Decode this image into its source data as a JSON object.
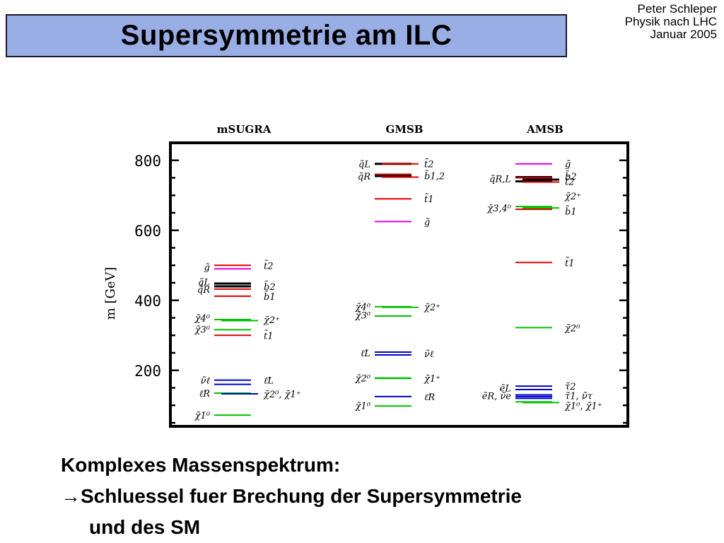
{
  "header": {
    "title": "Supersymmetrie am ILC",
    "author": [
      "Peter Schleper",
      "Physik nach LHC",
      "Januar 2005"
    ]
  },
  "bottom_text": {
    "line1": "Komplexes Massenspektrum:",
    "line2": "→Schluessel fuer Brechung der Supersymmetrie",
    "line3": "und des SM"
  },
  "colors": {
    "title_bg": "#9aaee6",
    "black": "#000000",
    "red": "#e00000",
    "green": "#00c000",
    "blue": "#0000cc",
    "magenta": "#e000e0"
  },
  "chart_data": {
    "type": "mass spectrum",
    "ylabel": "m [GeV]",
    "yticks": [
      200,
      400,
      600,
      800
    ],
    "ylim": [
      40,
      850
    ],
    "scenarios": [
      {
        "name": "mSUGRA",
        "levels": [
          {
            "mass": 500,
            "color": "red"
          },
          {
            "mass": 490,
            "color": "magenta"
          },
          {
            "mass": 448,
            "color": "black"
          },
          {
            "mass": 440,
            "color": "black"
          },
          {
            "mass": 432,
            "color": "red"
          },
          {
            "mass": 412,
            "color": "red"
          },
          {
            "mass": 345,
            "color": "green"
          },
          {
            "mass": 342,
            "color": "green"
          },
          {
            "mass": 316,
            "color": "green"
          },
          {
            "mass": 300,
            "color": "red"
          },
          {
            "mass": 172,
            "color": "blue"
          },
          {
            "mass": 160,
            "color": "blue"
          },
          {
            "mass": 135,
            "color": "green"
          },
          {
            "mass": 133,
            "color": "blue"
          },
          {
            "mass": 72,
            "color": "green"
          }
        ],
        "left_labels": [
          {
            "text": "g̃",
            "mass": 495
          },
          {
            "text": "q̃L",
            "mass": 453
          },
          {
            "text": "q̃R",
            "mass": 432
          },
          {
            "text": "χ̃4⁰",
            "mass": 350
          },
          {
            "text": "χ̃3⁰",
            "mass": 318
          },
          {
            "text": "ν̃ℓ",
            "mass": 172
          },
          {
            "text": "ℓ̃R",
            "mass": 135
          },
          {
            "text": "χ̃1⁰",
            "mass": 72
          }
        ],
        "right_labels": [
          {
            "text": "t̃2",
            "mass": 500
          },
          {
            "text": "b̃2",
            "mass": 440
          },
          {
            "text": "b̃1",
            "mass": 412
          },
          {
            "text": "χ̃2⁺",
            "mass": 345
          },
          {
            "text": "t̃1",
            "mass": 300
          },
          {
            "text": "ℓ̃L",
            "mass": 172
          },
          {
            "text": "χ̃2⁰, χ̃1⁺",
            "mass": 133
          }
        ]
      },
      {
        "name": "GMSB",
        "levels": [
          {
            "mass": 790,
            "color": "black"
          },
          {
            "mass": 790,
            "color": "red"
          },
          {
            "mass": 760,
            "color": "red"
          },
          {
            "mass": 755,
            "color": "black"
          },
          {
            "mass": 752,
            "color": "red"
          },
          {
            "mass": 690,
            "color": "red"
          },
          {
            "mass": 625,
            "color": "magenta"
          },
          {
            "mass": 382,
            "color": "green"
          },
          {
            "mass": 380,
            "color": "green"
          },
          {
            "mass": 355,
            "color": "green"
          },
          {
            "mass": 252,
            "color": "blue"
          },
          {
            "mass": 244,
            "color": "blue"
          },
          {
            "mass": 178,
            "color": "green"
          },
          {
            "mass": 177,
            "color": "green"
          },
          {
            "mass": 125,
            "color": "blue"
          },
          {
            "mass": 98,
            "color": "green"
          }
        ],
        "left_labels": [
          {
            "text": "q̃L",
            "mass": 790
          },
          {
            "text": "q̃R",
            "mass": 755
          },
          {
            "text": "χ̃4⁰",
            "mass": 382
          },
          {
            "text": "χ̃3⁰",
            "mass": 358
          },
          {
            "text": "ℓ̃L",
            "mass": 250
          },
          {
            "text": "χ̃2⁰",
            "mass": 178
          },
          {
            "text": "χ̃1⁰",
            "mass": 100
          }
        ],
        "right_labels": [
          {
            "text": "t̃2",
            "mass": 790
          },
          {
            "text": "b̃1,2",
            "mass": 756
          },
          {
            "text": "t̃1",
            "mass": 690
          },
          {
            "text": "g̃",
            "mass": 625
          },
          {
            "text": "χ̃2⁺",
            "mass": 381
          },
          {
            "text": "ν̃ℓ",
            "mass": 248
          },
          {
            "text": "χ̃1⁺",
            "mass": 177
          },
          {
            "text": "ℓ̃R",
            "mass": 125
          }
        ]
      },
      {
        "name": "AMSB",
        "levels": [
          {
            "mass": 790,
            "color": "magenta"
          },
          {
            "mass": 752,
            "color": "black"
          },
          {
            "mass": 750,
            "color": "red"
          },
          {
            "mass": 745,
            "color": "black"
          },
          {
            "mass": 740,
            "color": "black"
          },
          {
            "mass": 738,
            "color": "red"
          },
          {
            "mass": 668,
            "color": "green"
          },
          {
            "mass": 664,
            "color": "green"
          },
          {
            "mass": 660,
            "color": "red"
          },
          {
            "mass": 508,
            "color": "red"
          },
          {
            "mass": 322,
            "color": "green"
          },
          {
            "mass": 155,
            "color": "blue"
          },
          {
            "mass": 145,
            "color": "blue"
          },
          {
            "mass": 130,
            "color": "blue"
          },
          {
            "mass": 125,
            "color": "blue"
          },
          {
            "mass": 120,
            "color": "blue"
          },
          {
            "mass": 110,
            "color": "green"
          },
          {
            "mass": 108,
            "color": "green"
          }
        ],
        "left_labels": [
          {
            "text": "q̃R,L",
            "mass": 748
          },
          {
            "text": "χ̃3,4⁰",
            "mass": 664
          },
          {
            "text": "ẽL",
            "mass": 150
          },
          {
            "text": "ẽR, ν̃e",
            "mass": 128
          }
        ],
        "right_labels": [
          {
            "text": "g̃",
            "mass": 790
          },
          {
            "text": "b̃2",
            "mass": 755
          },
          {
            "text": "t̃2",
            "mass": 740
          },
          {
            "text": "χ̃2⁺",
            "mass": 698
          },
          {
            "text": "b̃1",
            "mass": 655
          },
          {
            "text": "t̃1",
            "mass": 508
          },
          {
            "text": "χ̃2⁰",
            "mass": 322
          },
          {
            "text": "τ̃2",
            "mass": 155
          },
          {
            "text": "τ̃1, ν̃τ",
            "mass": 128
          },
          {
            "text": "χ̃1⁰, χ̃1⁺",
            "mass": 100
          }
        ]
      }
    ]
  }
}
